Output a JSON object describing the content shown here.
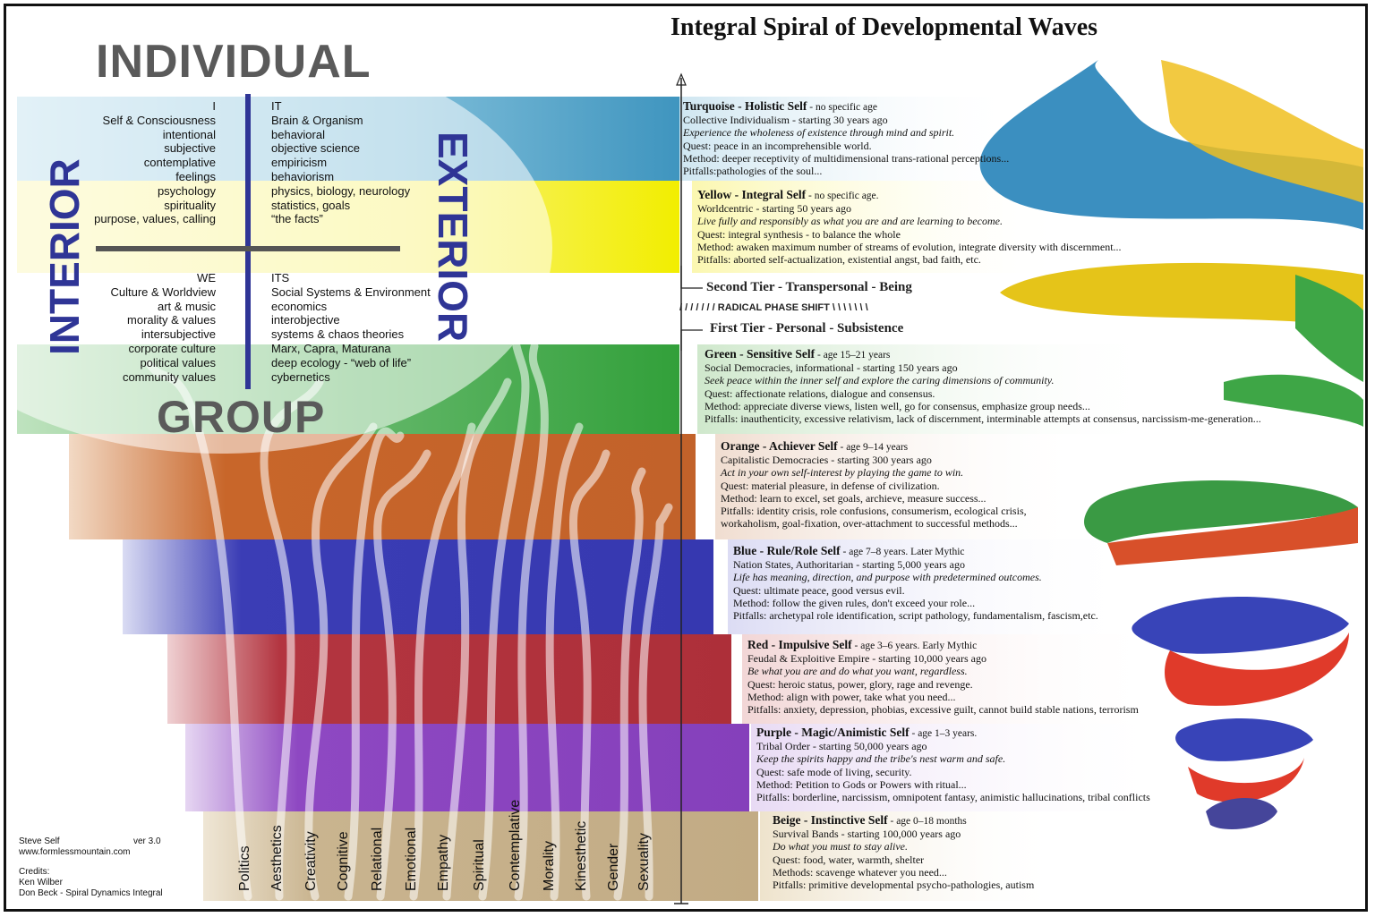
{
  "title": "Integral Spiral of Developmental Waves",
  "quadrant_headings": {
    "top": "INDIVIDUAL",
    "bottom": "GROUP",
    "left": "INTERIOR",
    "right": "EXTERIOR"
  },
  "quadrants": {
    "upper_left": [
      "I",
      "Self & Consciousness",
      "intentional",
      "subjective",
      "contemplative",
      "feelings",
      "psychology",
      "spirituality",
      "purpose, values, calling"
    ],
    "upper_right": [
      "IT",
      "Brain & Organism",
      "behavioral",
      "objective science",
      "empiricism",
      "behaviorism",
      "physics, biology, neurology",
      "statistics, goals",
      "“the facts”"
    ],
    "lower_left": [
      "WE",
      "Culture & Worldview",
      "art & music",
      "morality & values",
      "intersubjective",
      "corporate culture",
      "political values",
      "community values"
    ],
    "lower_right": [
      "ITS",
      "Social Systems & Environment",
      "economics",
      "interobjective",
      "systems & chaos theories",
      "Marx, Capra, Maturana",
      "deep ecology - “web of life”",
      "cybernetics"
    ]
  },
  "tiers": {
    "second": "Second Tier - Transpersonal - Being",
    "shift": "/ / / / / / /  RADICAL PHASE SHIFT  \\ \\ \\ \\ \\ \\ \\",
    "first": "First Tier - Personal - Subsistence"
  },
  "waves": [
    {
      "name": "Turquoise - Holistic Self",
      "age": " - no specific age",
      "color": "#5aa6c8",
      "lines": [
        "Collective Individualism - starting 30 years ago",
        "Experience the wholeness of existence through mind and spirit.",
        "Quest: peace in an incomprehensible world.",
        "Method: deeper receptivity of multidimensional trans-rational perceptions...",
        "Pitfalls:pathologies of the soul..."
      ]
    },
    {
      "name": "Yellow - Integral Self",
      "age": " - no specific age.",
      "color": "#f4f000",
      "lines": [
        "Worldcentric - starting 50 years ago",
        "Live fully and responsibly as what you are and are learning to become.",
        "Quest: integral synthesis - to balance the whole",
        "Method: awaken maximum number of streams of evolution, integrate diversity with discernment...",
        "Pitfalls: aborted self-actualization, existential angst, bad faith, etc."
      ]
    },
    {
      "name": "Green - Sensitive Self",
      "age": " - age 15–21 years",
      "color": "#3ea646",
      "lines": [
        "Social Democracies, informational - starting 150 years ago",
        "Seek peace within the inner self and explore the caring dimensions of community.",
        "Quest: affectionate relations, dialogue and consensus.",
        "Method: appreciate diverse views, listen well, go for consensus, emphasize group needs...",
        "Pitfalls: inauthenticity, excessive relativism, lack of discernment, interminable attempts at consensus, narcissism-me-generation..."
      ]
    },
    {
      "name": "Orange - Achiever Self",
      "age": " - age 9–14 years",
      "color": "#c8662a",
      "lines": [
        "Capitalistic Democracies - starting 300 years ago",
        "Act in your own self-interest by playing the game to win.",
        "Quest: material pleasure, in defense of civilization.",
        "Method: learn to excel, set goals, archieve, measure success...",
        "Pitfalls: identity crisis, role confusions, consumerism, ecological crisis,",
        "workaholism, goal-fixation, over-attachment to successful methods..."
      ]
    },
    {
      "name": "Blue - Rule/Role Self",
      "age": " - age 7–8 years. Later Mythic",
      "color": "#3a3cb4",
      "lines": [
        "Nation States, Authoritarian - starting 5,000 years ago",
        "Life has meaning, direction, and purpose with predetermined outcomes.",
        "Quest: ultimate peace, good versus evil.",
        "Method: follow the given rules, don't exceed your role...",
        "Pitfalls: archetypal role identification, script pathology, fundamentalism, fascism,etc."
      ]
    },
    {
      "name": "Red - Impulsive Self",
      "age": " - age 3–6 years. Early Mythic",
      "color": "#b3323c",
      "lines": [
        "Feudal & Exploitive Empire - starting 10,000 years ago",
        "Be what you are and do what you want, regardless.",
        "Quest: heroic status, power, glory, rage and revenge.",
        "Method: align with power, take what you need...",
        "Pitfalls: anxiety, depression, phobias, excessive guilt, cannot build stable nations, terrorism"
      ]
    },
    {
      "name": "Purple - Magic/Animistic Self",
      "age": " - age 1–3 years.",
      "color": "#8a44be",
      "lines": [
        "Tribal Order - starting 50,000 years ago",
        "Keep the spirits happy and the tribe's nest warm and safe.",
        "Quest: safe mode of living, security.",
        "Method: Petition to Gods or Powers with ritual...",
        "Pitfalls: borderline, narcissism, omnipotent fantasy, animistic hallucinations, tribal conflicts"
      ]
    },
    {
      "name": "Beige - Instinctive Self",
      "age": " - age 0–18 months",
      "color": "#c5b08b",
      "lines": [
        "Survival Bands - starting 100,000 years ago",
        "Do what you must to stay alive.",
        "Quest: food, water, warmth, shelter",
        "Methods: scavenge whatever you need...",
        "Pitfalls: primitive developmental psycho-pathologies, autism"
      ]
    }
  ],
  "lines_of_development": [
    "Politics",
    "Aesthetics",
    "Creativity",
    "Cognitive",
    "Relational",
    "Emotional",
    "Empathy",
    "Spiritual",
    "Contemplative",
    "Morality",
    "Kinesthetic",
    "Gender",
    "Sexuality"
  ],
  "credits": {
    "author": "Steve Self",
    "version": "ver 3.0",
    "site": "www.formlessmountain.com",
    "credits_label": "Credits:",
    "credit1": "Ken Wilber",
    "credit2": "Don Beck - Spiral Dynamics Integral"
  }
}
